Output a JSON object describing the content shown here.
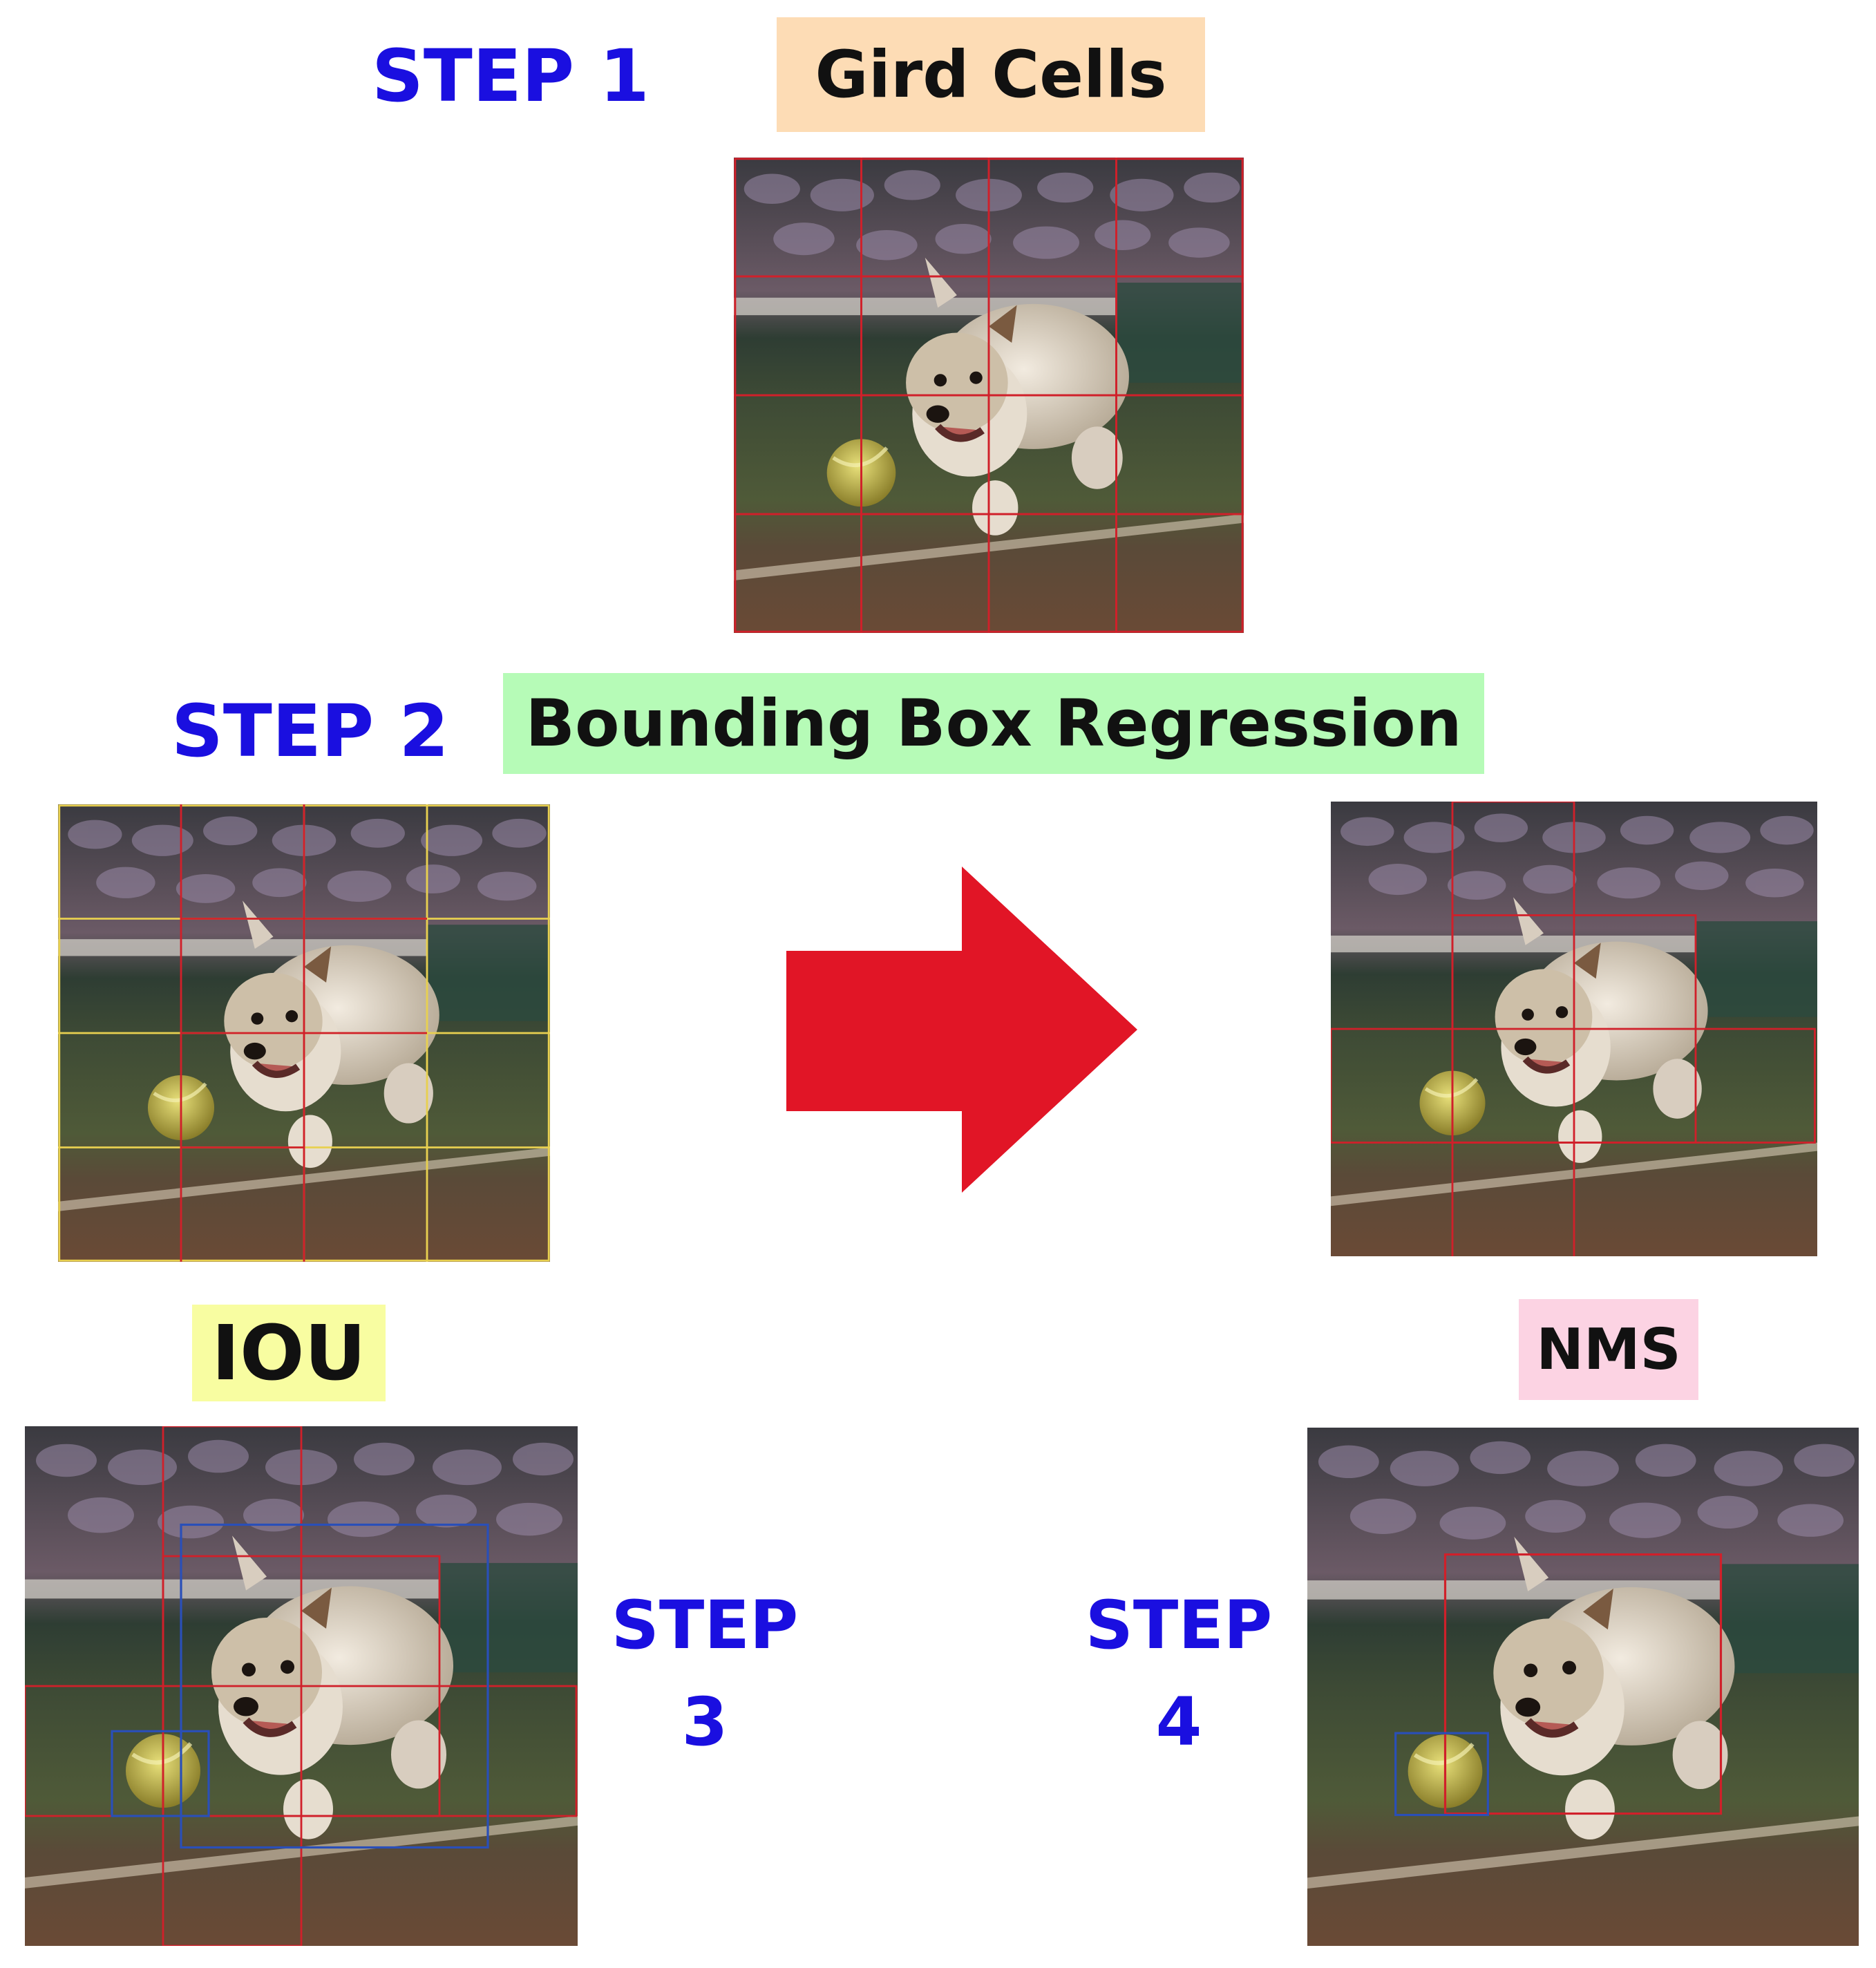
{
  "step1": {
    "label": "STEP 1",
    "title": "Gird Cells"
  },
  "step2": {
    "label": "STEP 2",
    "title": "Bounding Box Regression"
  },
  "step3": {
    "label_line1": "STEP",
    "label_line2": "3",
    "title": "IOU"
  },
  "step4": {
    "label_line1": "STEP",
    "label_line2": "4",
    "title": "NMS"
  },
  "colors": {
    "step_text": "#1a0fe0",
    "gird_cells_bg": "#fddcb5",
    "bbox_regression_bg": "#b6fbb7",
    "iou_bg": "#f8fda1",
    "nms_bg": "#fcd3e3",
    "arrow": "#e11526",
    "grid_red": "#d0202a",
    "grid_yellow": "#e8d050",
    "box_blue": "#2a4fb8"
  },
  "icons": {
    "arrow": "right-arrow-icon"
  }
}
